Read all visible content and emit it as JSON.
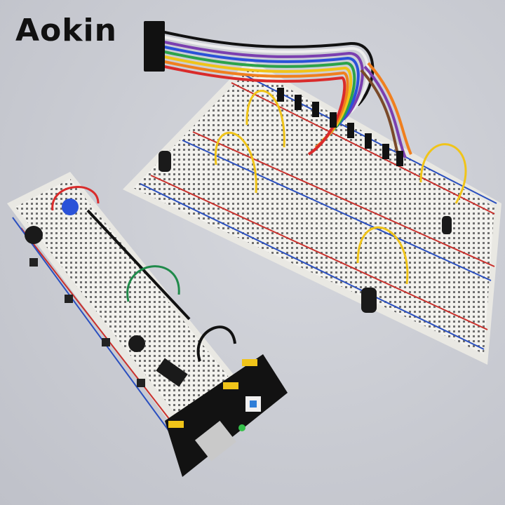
{
  "brand": {
    "name": "Aokin"
  },
  "scene": {
    "background_color": "#c9cbd2",
    "objects": [
      "large-breadboard",
      "small-breadboard",
      "rainbow-ribbon-jumper-cable",
      "power-supply-module",
      "jumper-wires",
      "capacitors",
      "potentiometer",
      "buzzer",
      "push-buttons",
      "ic-chip",
      "leds"
    ],
    "wire_colors": [
      "#111111",
      "#f2f2f2",
      "#7b3fb0",
      "#2a52d8",
      "#2ca24a",
      "#f0c419",
      "#f07f1e",
      "#d92b2b",
      "#7a4a2a",
      "#888888"
    ]
  }
}
